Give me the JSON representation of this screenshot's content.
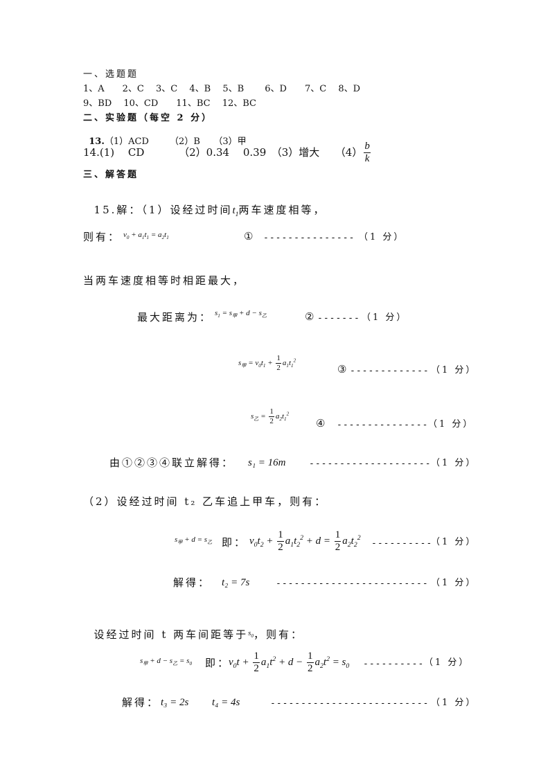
{
  "section1": {
    "title": "一、选题题",
    "row1": "1、A　　2、C　 3、C　 4、B　 5、B　　 6、D　　7、C　 8、D",
    "row2": "9、BD　 10、CD　　11、BC　 12、BC"
  },
  "section2": {
    "title": "二、实验题（每空 2 分）",
    "q13_num": "13.",
    "q13_body": "（1）ACD　　 （2）B　　（3）甲",
    "q14_body": "14.(1)　 CD　　　 （2）0.34　 0.39　（3）增大　　（4）",
    "q14_frac_num": "b",
    "q14_frac_den": "k"
  },
  "section3": {
    "title": "三、解答题",
    "q15_intro": "15.解：（1）设经过时间",
    "q15_intro_var": "t",
    "q15_intro_sub": "1",
    "q15_intro_end": "两车速度相等，",
    "line1_prefix": "则有：",
    "line1_marker": "①",
    "line1_score": "（1 分）",
    "line2_text": "当两车速度相等时相距最大，",
    "line3_prefix": "最大距离为：",
    "line3_marker": "②",
    "line3_score": "（1 分）",
    "line4_marker": "③",
    "line4_score": "（1 分）",
    "line5_marker": "④",
    "line5_score": "（1 分）",
    "line6_prefix": "由①②③④联立解得：",
    "line6_result": "s₁ = 16m",
    "line6_score": "（1 分）",
    "line7_text": "（2）设经过时间 t₂ 乙车追上甲车，则有：",
    "line8_prefix": "即：",
    "line8_score": "（1 分）",
    "line9_prefix": "解得：",
    "line9_result": "t₂ = 7s",
    "line9_score": "（1 分）",
    "line10_text": "设经过时间 t 两车间距等于",
    "line10_var": "s",
    "line10_sub": "0",
    "line10_end": "，则有：",
    "line11_prefix": "即：",
    "line11_score": "（1 分）",
    "line12_prefix": "解得：",
    "line12_result1": "t₃ = 2s",
    "line12_result2": "t₄ = 4s",
    "line12_score": "（1 分）"
  }
}
